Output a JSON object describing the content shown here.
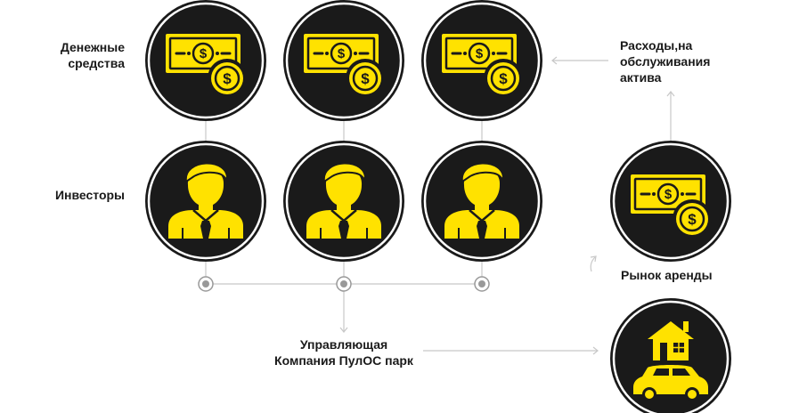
{
  "labels": {
    "cash": "Денежные\nсредства",
    "investors": "Инвесторы",
    "expenses": "Расходы,на\nобслуживания\nактива",
    "rental_market": "Рынок аренды",
    "management_company": "Управляющая\nКомпания ПулОС парк"
  },
  "colors": {
    "accent": "#FFE200",
    "circle_fill": "#1a1a1a",
    "ring": "#1a1a1a",
    "connector": "#c8c8c8",
    "text": "#1a1a1a"
  },
  "icons": {
    "cash": "money-coin-icon",
    "investor": "businessman-icon",
    "rental": "house-car-icon"
  }
}
